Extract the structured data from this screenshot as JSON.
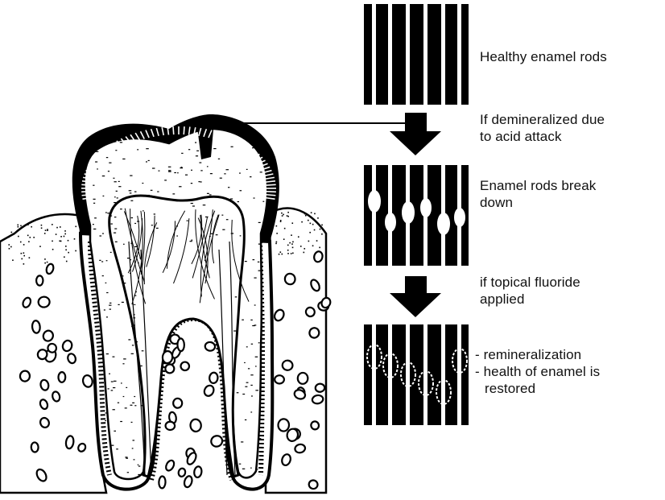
{
  "labels": {
    "healthy": "Healthy enamel rods",
    "demineralized_1": "If demineralized due",
    "demineralized_2": "to acid attack",
    "breakdown_1": "Enamel rods break",
    "breakdown_2": "down",
    "fluoride_1": "if topical fluoride",
    "fluoride_2": "applied",
    "remineral_1": "- remineralization",
    "remineral_2": "- health of enamel is",
    "remineral_3": "restored"
  },
  "colors": {
    "ink": "#000000",
    "paper": "#ffffff"
  },
  "icons": [
    "tooth-illustration",
    "enamel-rod-panel",
    "down-arrow-icon",
    "pointer-line"
  ]
}
